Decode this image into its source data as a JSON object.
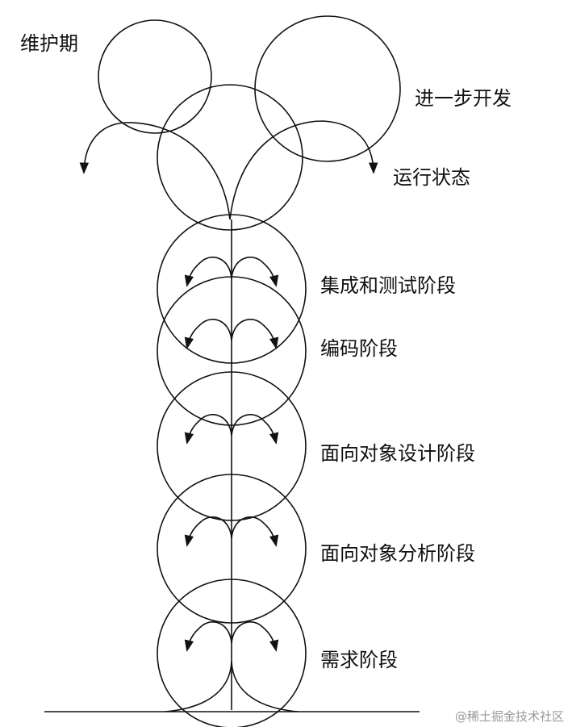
{
  "diagram": {
    "labels": {
      "maintenance": "维护期",
      "further_dev": "进一步开发",
      "operation": "运行状态",
      "integration_test": "集成和测试阶段",
      "coding": "编码阶段",
      "oo_design": "面向对象设计阶段",
      "oo_analysis": "面向对象分析阶段",
      "requirements": "需求阶段"
    },
    "watermark": "@稀土掘金技术社区",
    "colors": {
      "line": "#111111",
      "text": "#111111",
      "watermark": "#9a9a9a",
      "background": "#ffffff"
    }
  }
}
